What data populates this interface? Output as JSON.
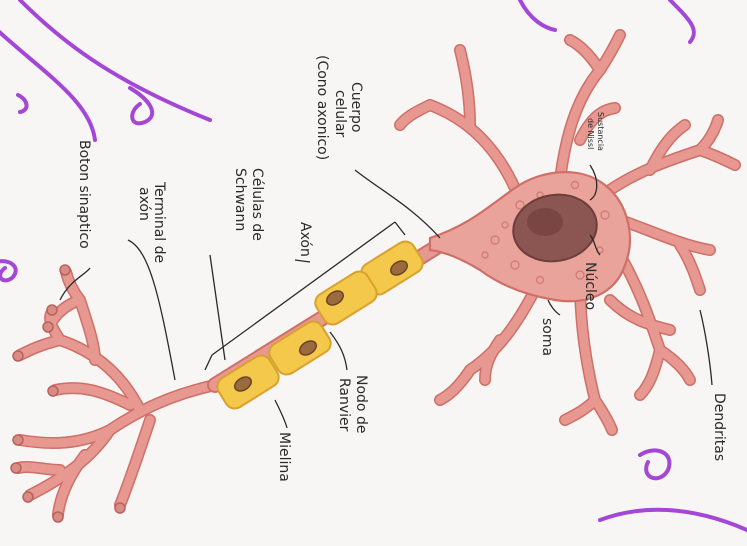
{
  "labels": {
    "cuerpo_celular": [
      "Cuerpo",
      "celular",
      "(Cono axonico)"
    ],
    "celulas_schwann": [
      "Células de",
      "Schwann"
    ],
    "terminal_axon": [
      "Terminal de",
      "axón"
    ],
    "boton_sinaptico": "Boton sinaptico",
    "axon": "Axón",
    "sustancia_nissl": [
      "Sustancia",
      "de Nissl"
    ],
    "nucleo": "Núcleo",
    "soma": "soma",
    "dendritas": "Dendritas",
    "nodo_ranvier": [
      "Nodo de",
      "Ranvier"
    ],
    "mielina": "Mielina"
  },
  "colors": {
    "neuron_fill": "#eaa39b",
    "neuron_outline": "#cf6f68",
    "myelin": "#f3c84b",
    "nucleus": "#8b5552",
    "purple_doodles": "#a447d6"
  }
}
